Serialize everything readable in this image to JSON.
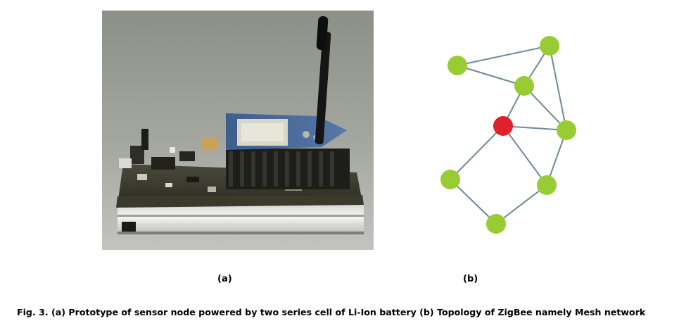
{
  "panels": {
    "a": {
      "label": "(a)",
      "image_subject": "sensor-node-prototype-photo"
    },
    "b": {
      "label": "(b)",
      "diagram": {
        "nodes": [
          {
            "id": "n1",
            "role": "router",
            "color": "#99cc33"
          },
          {
            "id": "n2",
            "role": "router",
            "color": "#99cc33"
          },
          {
            "id": "n3",
            "role": "router",
            "color": "#99cc33"
          },
          {
            "id": "n4",
            "role": "coordinator",
            "color": "#e0202a"
          },
          {
            "id": "n5",
            "role": "router",
            "color": "#99cc33"
          },
          {
            "id": "n6",
            "role": "router",
            "color": "#99cc33"
          },
          {
            "id": "n7",
            "role": "router",
            "color": "#99cc33"
          },
          {
            "id": "n8",
            "role": "router",
            "color": "#99cc33"
          }
        ],
        "edges": [
          [
            "n1",
            "n2"
          ],
          [
            "n1",
            "n3"
          ],
          [
            "n2",
            "n3"
          ],
          [
            "n2",
            "n5"
          ],
          [
            "n3",
            "n4"
          ],
          [
            "n3",
            "n5"
          ],
          [
            "n4",
            "n5"
          ],
          [
            "n4",
            "n6"
          ],
          [
            "n4",
            "n7"
          ],
          [
            "n5",
            "n7"
          ],
          [
            "n6",
            "n8"
          ],
          [
            "n7",
            "n8"
          ]
        ],
        "edge_color": "#6f8a96"
      }
    }
  },
  "caption": "Fig. 3. (a) Prototype of sensor node powered by two series cell of Li-Ion battery (b) Topology of ZigBee namely Mesh network"
}
